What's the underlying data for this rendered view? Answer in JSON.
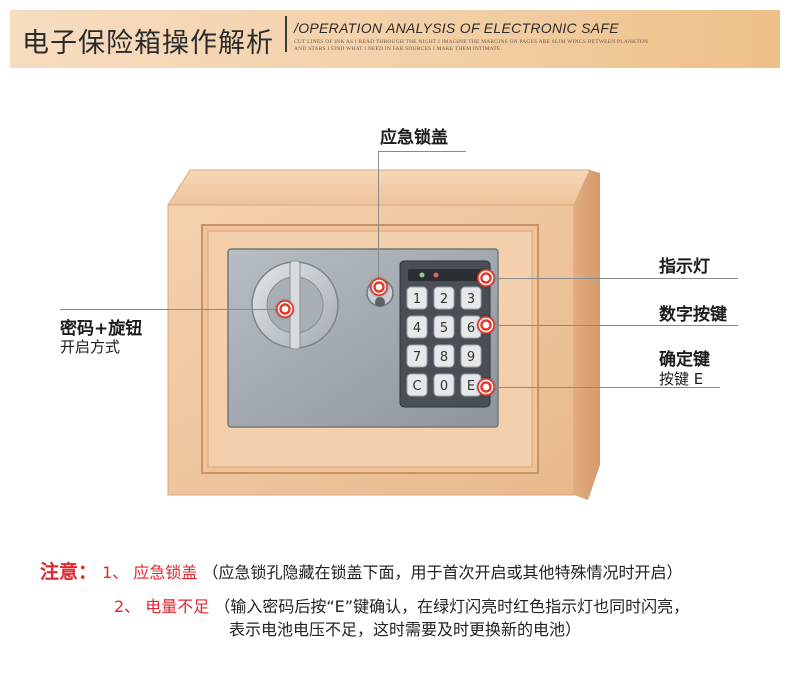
{
  "header": {
    "title_cn": "电子保险箱操作解析",
    "title_en": "/OPERATION ANALYSIS OF ELECTRONIC SAFE",
    "small_text_1": "CUT LINES OF INK AS I READ THROUGH THE NIGHT I IMAGINE THE MARGINS ON PAGES ARE SLIM WINGS BETWEEN PLANKTON",
    "small_text_2": "AND STARS I FIND WHAT I NEED IN FAR SOURCES I MAKE THEM INTIMATE"
  },
  "callouts": {
    "emergency_cover": "应急锁盖",
    "indicator_light": "指示灯",
    "number_keys": "数字按键",
    "confirm_key": "确定键",
    "confirm_key_sub": "按键 E",
    "password_knob": "密码+旋钮",
    "password_knob_sub": "开启方式"
  },
  "keypad": {
    "keys": [
      "1",
      "2",
      "3",
      "4",
      "5",
      "6",
      "7",
      "8",
      "9",
      "C",
      "0",
      "E"
    ]
  },
  "notes": {
    "heading": "注意：",
    "item1_index": "1、",
    "item1_title": "应急锁盖",
    "item1_text": "（应急锁孔隐藏在锁盖下面，用于首次开启或其他特殊情况时开启）",
    "item2_index": "2、",
    "item2_title": "电量不足",
    "item2_text": "（输入密码后按“E”键确认，在绿灯闪亮时红色指示灯也同时闪亮，",
    "item2_text_line2": "表示电池电压不足，这时需要及时更换新的电池）"
  },
  "colors": {
    "safe_body": "#f1c9a2",
    "panel": "#9aa2a8",
    "accent_red": "#e3262e"
  }
}
